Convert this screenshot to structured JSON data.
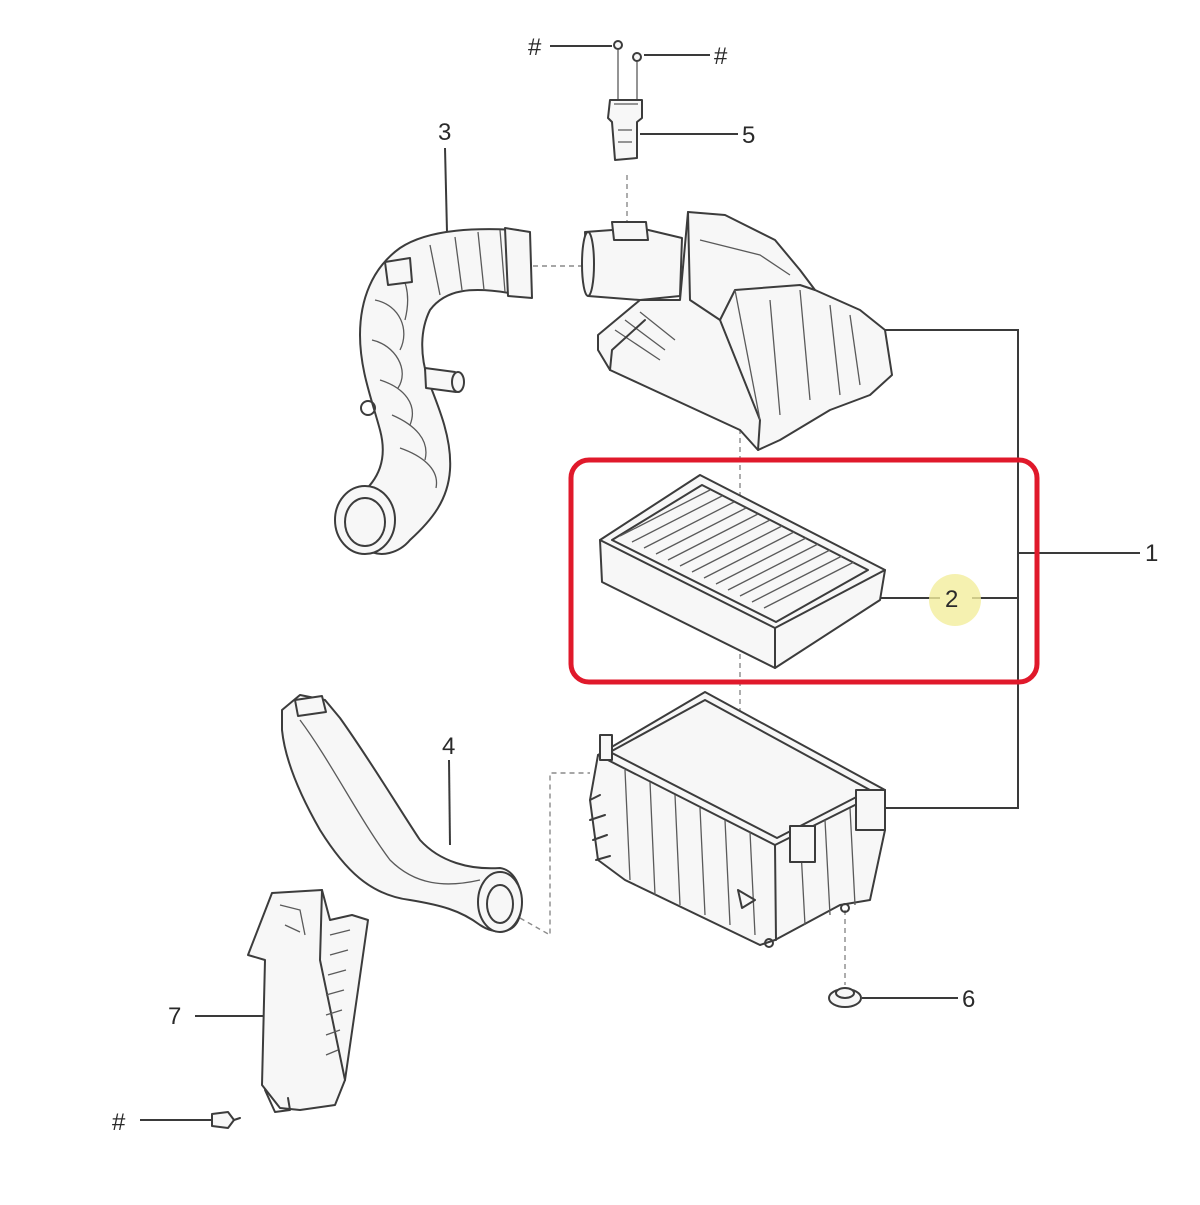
{
  "callouts": [
    {
      "id": "hash-top-left",
      "text": "#"
    },
    {
      "id": "hash-top-right",
      "text": "#"
    },
    {
      "id": "part-1",
      "text": "1"
    },
    {
      "id": "part-2",
      "text": "2"
    },
    {
      "id": "part-3",
      "text": "3"
    },
    {
      "id": "part-4",
      "text": "4"
    },
    {
      "id": "part-5",
      "text": "5"
    },
    {
      "id": "part-6",
      "text": "6"
    },
    {
      "id": "part-7",
      "text": "7"
    },
    {
      "id": "hash-bottom-left",
      "text": "#"
    }
  ],
  "highlight": {
    "label": "2",
    "color": "#e0192b",
    "dot_color": "#f2ee9c"
  }
}
